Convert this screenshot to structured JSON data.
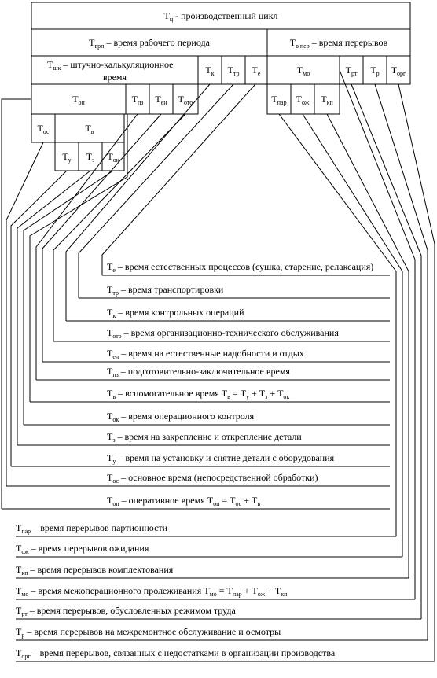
{
  "boxes": [
    {
      "id": "tc",
      "main": "T",
      "sub": "ц",
      "rest": " - производственный цикл"
    },
    {
      "id": "trp",
      "main": "T",
      "sub": "врп",
      "rest": " – время рабочего периода"
    },
    {
      "id": "tvper",
      "main": "T",
      "sub": "в пер",
      "rest": " – время перерывов"
    },
    {
      "id": "tshk",
      "main": "T",
      "sub": "шк",
      "rest": " – штучно-калькуляционное",
      "line2": "время"
    },
    {
      "id": "tk",
      "main": "T",
      "sub": "к",
      "rest": ""
    },
    {
      "id": "ttr",
      "main": "T",
      "sub": "тр",
      "rest": ""
    },
    {
      "id": "te",
      "main": "T",
      "sub": "е",
      "rest": ""
    },
    {
      "id": "tmo",
      "main": "T",
      "sub": "мо",
      "rest": ""
    },
    {
      "id": "trt",
      "main": "T",
      "sub": "рт",
      "rest": ""
    },
    {
      "id": "tr",
      "main": "T",
      "sub": "р",
      "rest": ""
    },
    {
      "id": "torg",
      "main": "T",
      "sub": "орг",
      "rest": ""
    },
    {
      "id": "top",
      "main": "T",
      "sub": "оп",
      "rest": ""
    },
    {
      "id": "tpz",
      "main": "T",
      "sub": "пз",
      "rest": ""
    },
    {
      "id": "ten",
      "main": "T",
      "sub": "ен",
      "rest": ""
    },
    {
      "id": "toto",
      "main": "T",
      "sub": "ото",
      "rest": ""
    },
    {
      "id": "tpar",
      "main": "T",
      "sub": "пар",
      "rest": ""
    },
    {
      "id": "tozh",
      "main": "T",
      "sub": "ож",
      "rest": ""
    },
    {
      "id": "tkp",
      "main": "T",
      "sub": "кп",
      "rest": ""
    },
    {
      "id": "tos",
      "main": "T",
      "sub": "ос",
      "rest": ""
    },
    {
      "id": "tv",
      "main": "T",
      "sub": "в",
      "rest": ""
    },
    {
      "id": "tu",
      "main": "T",
      "sub": "у",
      "rest": ""
    },
    {
      "id": "tz",
      "main": "T",
      "sub": "з",
      "rest": ""
    },
    {
      "id": "tok",
      "main": "T",
      "sub": "ок",
      "rest": ""
    }
  ],
  "legend": [
    {
      "id": "l-te",
      "segs": [
        [
          "T",
          ""
        ],
        [
          "е",
          "s"
        ],
        [
          " – время естественных процессов (сушка, старение, релаксация)",
          ""
        ]
      ]
    },
    {
      "id": "l-ttr",
      "segs": [
        [
          "T",
          ""
        ],
        [
          "тр",
          "s"
        ],
        [
          " – время транспортировки",
          ""
        ]
      ]
    },
    {
      "id": "l-tk",
      "segs": [
        [
          "T",
          ""
        ],
        [
          "к",
          "s"
        ],
        [
          " – время контрольных операций",
          ""
        ]
      ]
    },
    {
      "id": "l-toto",
      "segs": [
        [
          "T",
          ""
        ],
        [
          "ото",
          "s"
        ],
        [
          " – время организационно-технического обслуживания",
          ""
        ]
      ]
    },
    {
      "id": "l-ten",
      "segs": [
        [
          "T",
          ""
        ],
        [
          "ен",
          "s"
        ],
        [
          " – время на естественные надобности и отдых",
          ""
        ]
      ]
    },
    {
      "id": "l-tpz",
      "segs": [
        [
          "T",
          ""
        ],
        [
          "пз",
          "s"
        ],
        [
          " – подготовительно-заключительное время",
          ""
        ]
      ]
    },
    {
      "id": "l-tv",
      "segs": [
        [
          "T",
          ""
        ],
        [
          "в",
          "s"
        ],
        [
          " – вспомогательное время T",
          ""
        ],
        [
          "в",
          "s"
        ],
        [
          " = T",
          ""
        ],
        [
          "у",
          "s"
        ],
        [
          " + T",
          ""
        ],
        [
          "з",
          "s"
        ],
        [
          " + T",
          ""
        ],
        [
          "ок",
          "s"
        ]
      ]
    },
    {
      "id": "l-tok",
      "segs": [
        [
          "T",
          ""
        ],
        [
          "ок",
          "s"
        ],
        [
          " – время операционного контроля",
          ""
        ]
      ]
    },
    {
      "id": "l-tz",
      "segs": [
        [
          "T",
          ""
        ],
        [
          "з",
          "s"
        ],
        [
          " – время на закрепление и открепление детали",
          ""
        ]
      ]
    },
    {
      "id": "l-tu",
      "segs": [
        [
          "T",
          ""
        ],
        [
          "у",
          "s"
        ],
        [
          " – время на установку и снятие детали с оборудования",
          ""
        ]
      ]
    },
    {
      "id": "l-tos",
      "segs": [
        [
          "T",
          ""
        ],
        [
          "ос",
          "s"
        ],
        [
          " – основное время (непосредственной обработки)",
          ""
        ]
      ]
    },
    {
      "id": "l-top",
      "segs": [
        [
          "T",
          ""
        ],
        [
          "оп",
          "s"
        ],
        [
          " – оперативное время T",
          ""
        ],
        [
          "оп",
          "s"
        ],
        [
          " = T",
          ""
        ],
        [
          "ос",
          "s"
        ],
        [
          " + T",
          ""
        ],
        [
          "в",
          "s"
        ]
      ]
    },
    {
      "id": "l-tpar",
      "segs": [
        [
          "T",
          ""
        ],
        [
          "пар",
          "s"
        ],
        [
          " – время перерывов партионности",
          ""
        ]
      ]
    },
    {
      "id": "l-tozh",
      "segs": [
        [
          "T",
          ""
        ],
        [
          "ож",
          "s"
        ],
        [
          " – время перерывов ожидания",
          ""
        ]
      ]
    },
    {
      "id": "l-tkp",
      "segs": [
        [
          "T",
          ""
        ],
        [
          "кп",
          "s"
        ],
        [
          " – время перерывов комплектования",
          ""
        ]
      ]
    },
    {
      "id": "l-tmo",
      "segs": [
        [
          "T",
          ""
        ],
        [
          "мо",
          "s"
        ],
        [
          " – время межоперационного пролеживания T",
          ""
        ],
        [
          "мо",
          "s"
        ],
        [
          " = T",
          ""
        ],
        [
          "пар",
          "s"
        ],
        [
          " + T",
          ""
        ],
        [
          "ож",
          "s"
        ],
        [
          " + T",
          ""
        ],
        [
          "кп",
          "s"
        ]
      ]
    },
    {
      "id": "l-trt",
      "segs": [
        [
          "T",
          ""
        ],
        [
          "рт",
          "s"
        ],
        [
          " – время перерывов, обусловленных режимом труда",
          ""
        ]
      ]
    },
    {
      "id": "l-tr",
      "segs": [
        [
          "T",
          ""
        ],
        [
          "р",
          "s"
        ],
        [
          " – время перерывов на межремонтное обслуживание и осмотры",
          ""
        ]
      ]
    },
    {
      "id": "l-torg",
      "segs": [
        [
          "T",
          ""
        ],
        [
          "орг",
          "s"
        ],
        [
          " – время перерывов, связанных с недостатками в организации производства",
          ""
        ]
      ]
    }
  ]
}
